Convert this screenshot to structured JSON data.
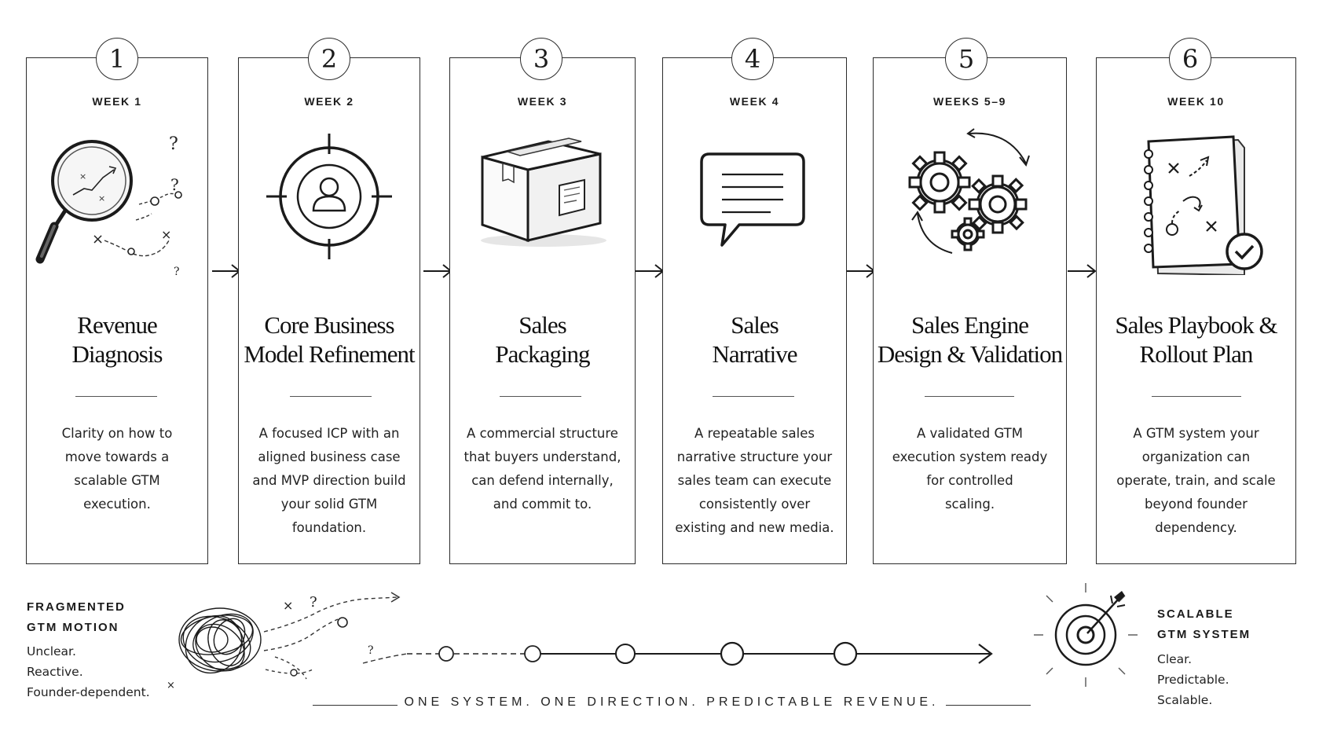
{
  "steps": [
    {
      "number": "1",
      "week": "WEEK 1",
      "title": [
        "Revenue",
        "Diagnosis"
      ],
      "desc": [
        "Clarity on how to",
        "move towards a",
        "scalable GTM",
        "execution."
      ],
      "icon": "magnifier-map-icon"
    },
    {
      "number": "2",
      "week": "WEEK 2",
      "title": [
        "Core Business",
        "Model Refinement"
      ],
      "desc": [
        "A focused ICP with an",
        "aligned business case",
        "and MVP direction build",
        "your solid GTM",
        "foundation."
      ],
      "icon": "target-user-icon"
    },
    {
      "number": "3",
      "week": "WEEK 3",
      "title": [
        "Sales",
        "Packaging"
      ],
      "desc": [
        "A commercial structure",
        "that buyers understand,",
        "can defend internally,",
        "and commit to."
      ],
      "icon": "package-box-icon"
    },
    {
      "number": "4",
      "week": "WEEK 4",
      "title": [
        "Sales",
        "Narrative"
      ],
      "desc": [
        "A repeatable sales",
        "narrative structure your",
        "sales team can execute",
        "consistently over",
        "existing and new media."
      ],
      "icon": "speech-bubble-icon"
    },
    {
      "number": "5",
      "week": "WEEKS 5–9",
      "title": [
        "Sales Engine",
        "Design & Validation"
      ],
      "desc": [
        "A validated GTM",
        "execution system ready",
        "for controlled",
        "scaling."
      ],
      "icon": "gears-cycle-icon"
    },
    {
      "number": "6",
      "week": "WEEK 10",
      "title": [
        "Sales Playbook &",
        "Rollout Plan"
      ],
      "desc": [
        "A GTM system your",
        "organization can",
        "operate, train, and scale",
        "beyond founder",
        "dependency."
      ],
      "icon": "playbook-check-icon"
    }
  ],
  "footer": {
    "left_heading": [
      "FRAGMENTED",
      "GTM MOTION"
    ],
    "left_text": [
      "Unclear.",
      "Reactive.",
      "Founder-dependent."
    ],
    "right_heading": [
      "SCALABLE",
      "GTM SYSTEM"
    ],
    "right_text": [
      "Clear.",
      "Predictable.",
      "Scalable."
    ],
    "tagline": "ONE SYSTEM.  ONE DIRECTION.  PREDICTABLE REVENUE.",
    "scribble_icon": "tangled-scribble-icon",
    "target_icon": "target-arrow-icon"
  }
}
